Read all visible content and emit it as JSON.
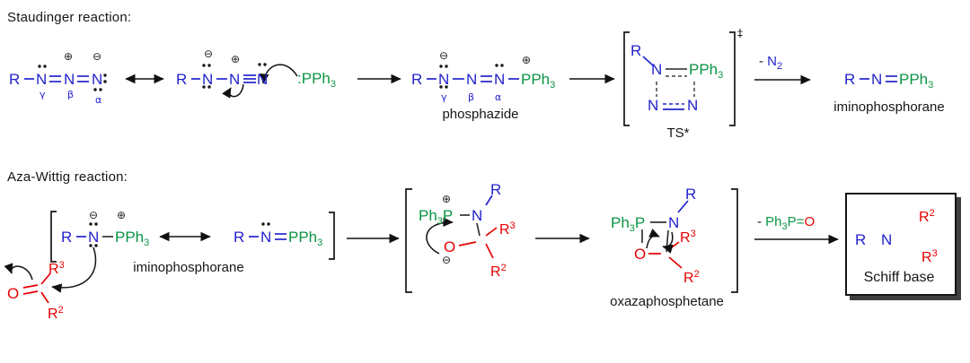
{
  "colors": {
    "blue": "#2323cc",
    "green": "#0b9444",
    "red": "#e60000",
    "ink": "#161616"
  },
  "sym": {
    "R": "R",
    "N": "N",
    "O": "O",
    "P": "P",
    "Ph": "Ph",
    "PPh": "PPh",
    "sub3": "3",
    "sup3": "3",
    "sup2": "2",
    "plus": "⊕",
    "minus": "⊖",
    "ddagger": "‡",
    "lonepair": ":"
  },
  "staudinger": {
    "title": "Staudinger reaction:",
    "greek": {
      "gamma": "γ",
      "beta": "β",
      "alpha": "α"
    },
    "phosphazide_label": "phosphazide",
    "ts_label": "TS*",
    "product_label": "iminophosphorane",
    "byproduct": {
      "dash": "- ",
      "N": "N",
      "sub": "2"
    }
  },
  "aza": {
    "title": "Aza-Wittig reaction:",
    "imino_label": "iminophosphorane",
    "oxa_label": "oxazaphosphetane",
    "schiff_label": "Schiff base",
    "byproduct": {
      "dash": "- ",
      "Ph": "Ph",
      "sub3": "3",
      "P": "P",
      "eq": "=",
      "O": "O"
    }
  }
}
